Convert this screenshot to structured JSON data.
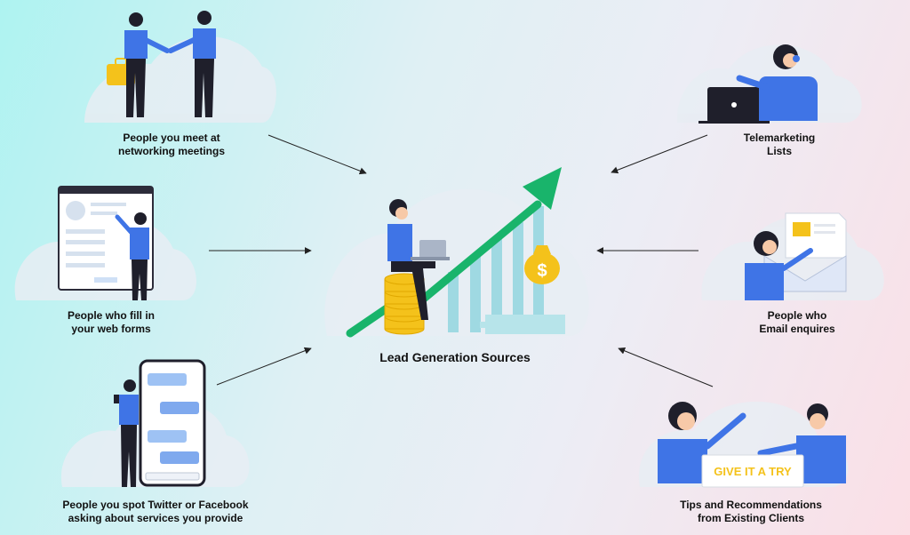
{
  "title": "Lead Generation Sources",
  "sources": [
    {
      "line1": "People you meet at",
      "line2": "networking meetings"
    },
    {
      "line1": "People who fill in",
      "line2": "your web forms"
    },
    {
      "line1": "People you spot Twitter or Facebook",
      "line2": "asking about services you provide"
    },
    {
      "line1": "Telemarketing",
      "line2": "Lists"
    },
    {
      "line1": "People who",
      "line2": "Email enquires"
    },
    {
      "line1": "Tips and Recommendations",
      "line2": "from Existing Clients"
    }
  ],
  "sign_text": "GIVE IT A TRY",
  "money_symbol": "$",
  "colors": {
    "person_blue": "#3f74e6",
    "pants_dark": "#1f1f2b",
    "growth_green": "#19b46b",
    "coin_gold": "#f4c21b",
    "bar_teal": "#9fd9e2",
    "blob": "#e9edf3",
    "arrow": "#222222"
  },
  "icons": [
    "handshake-scene-icon",
    "web-form-scene-icon",
    "smartphone-chat-scene-icon",
    "telemarketing-headset-scene-icon",
    "email-letter-scene-icon",
    "give-it-a-try-scene-icon",
    "growth-chart-scene-icon"
  ]
}
